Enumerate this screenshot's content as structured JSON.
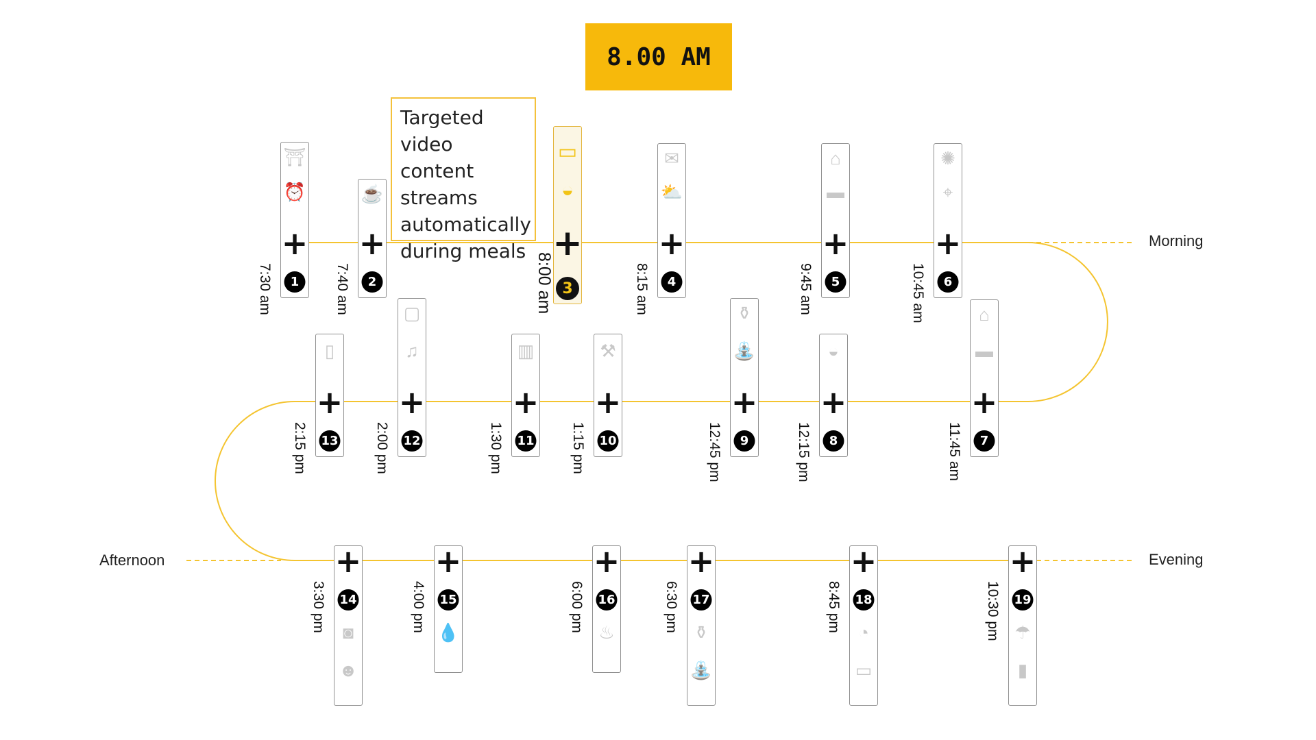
{
  "header": {
    "clock": "8.00 AM"
  },
  "callout": {
    "text": "Targeted video content streams automatically during meals"
  },
  "segments": {
    "morning": "Morning",
    "afternoon": "Afternoon",
    "evening": "Evening"
  },
  "colors": {
    "accent": "#f7b90b",
    "line": "#f4c430",
    "card_border": "#8f8f8f",
    "icon_muted": "#c8c8c8",
    "badge": "#000000"
  },
  "steps": [
    {
      "number": "1",
      "time": "7:30 am",
      "icons": [
        "curtains-icon",
        "alarm-clock-icon"
      ]
    },
    {
      "number": "2",
      "time": "7:40 am",
      "icons": [
        "coffee-cup-icon"
      ]
    },
    {
      "number": "3",
      "time": "8:00 am",
      "icons": [
        "tv-icon",
        "meal-bowl-icon"
      ],
      "active": true
    },
    {
      "number": "4",
      "time": "8:15 am",
      "icons": [
        "mail-icon",
        "weather-icon"
      ]
    },
    {
      "number": "5",
      "time": "9:45 am",
      "icons": [
        "garage-icon",
        "car-icon"
      ]
    },
    {
      "number": "6",
      "time": "10:45 am",
      "icons": [
        "alarm-siren-icon",
        "target-icon"
      ]
    },
    {
      "number": "7",
      "time": "11:45 am",
      "icons": [
        "garage-icon",
        "car-icon"
      ]
    },
    {
      "number": "8",
      "time": "12:15 pm",
      "icons": [
        "noodle-bowl-icon"
      ]
    },
    {
      "number": "9",
      "time": "12:45 pm",
      "icons": [
        "soap-dispenser-icon",
        "faucet-icon"
      ]
    },
    {
      "number": "10",
      "time": "1:15 pm",
      "icons": [
        "broom-icon"
      ]
    },
    {
      "number": "11",
      "time": "1:30 pm",
      "icons": [
        "trash-icon"
      ]
    },
    {
      "number": "12",
      "time": "2:00 pm",
      "icons": [
        "message-icon",
        "music-icon"
      ]
    },
    {
      "number": "13",
      "time": "2:15 pm",
      "icons": [
        "fridge-icon"
      ]
    },
    {
      "number": "14",
      "time": "3:30 pm",
      "icons": [
        "washing-machine-icon",
        "smiley-icon"
      ]
    },
    {
      "number": "15",
      "time": "4:00 pm",
      "icons": [
        "water-drops-icon"
      ]
    },
    {
      "number": "16",
      "time": "6:00 pm",
      "icons": [
        "roast-chicken-icon"
      ]
    },
    {
      "number": "17",
      "time": "6:30 pm",
      "icons": [
        "soap-dispenser-icon",
        "faucet-icon"
      ]
    },
    {
      "number": "18",
      "time": "8:45 pm",
      "icons": [
        "pacman-icon",
        "monitor-icon"
      ]
    },
    {
      "number": "19",
      "time": "10:30 pm",
      "icons": [
        "ceiling-lamp-icon",
        "battery-icon"
      ]
    }
  ]
}
